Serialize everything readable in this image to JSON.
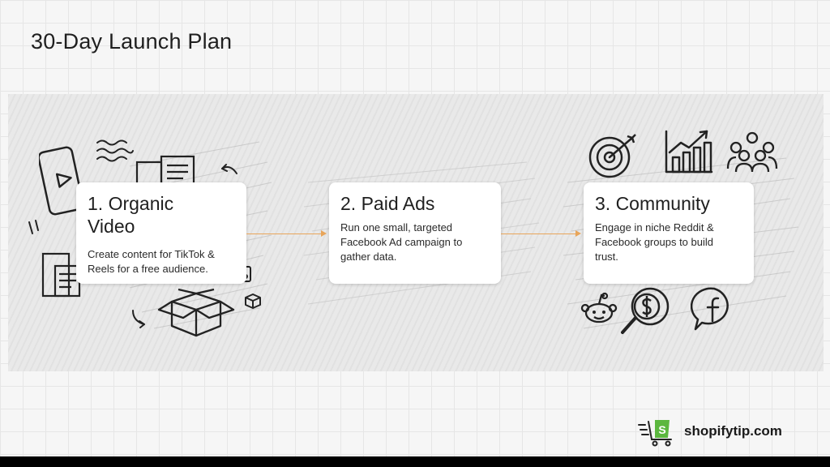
{
  "title": "30-Day Launch Plan",
  "steps": [
    {
      "title_line1": "1. Organic",
      "title_line2": "Video",
      "description_line1": "Create content for TikTok &",
      "description_line2": "Reels for a free audience."
    },
    {
      "title": "2. Paid Ads",
      "description_line1": "Run one small, targeted",
      "description_line2": "Facebook Ad campaign to",
      "description_line3": "gather data."
    },
    {
      "title": "3. Community",
      "description_line1": "Engage in niche Reddit &",
      "description_line2": "Facebook groups to build",
      "description_line3": "trust."
    }
  ],
  "brand": {
    "name": "shopifytip.com",
    "logo_letter": "S"
  },
  "colors": {
    "connector": "#e8a55a",
    "brand_green": "#5cb73f",
    "ink": "#222222"
  },
  "icons": {
    "step1": [
      "smartphone-video-icon",
      "document-icon",
      "sound-waves-icon",
      "newspaper-icon",
      "open-box-icon",
      "small-box-icon",
      "curved-arrow-icon"
    ],
    "step3_top": [
      "target-icon",
      "growth-chart-icon",
      "people-group-icon"
    ],
    "step3_bottom": [
      "reddit-icon",
      "magnifier-dollar-icon",
      "facebook-bubble-icon"
    ]
  }
}
